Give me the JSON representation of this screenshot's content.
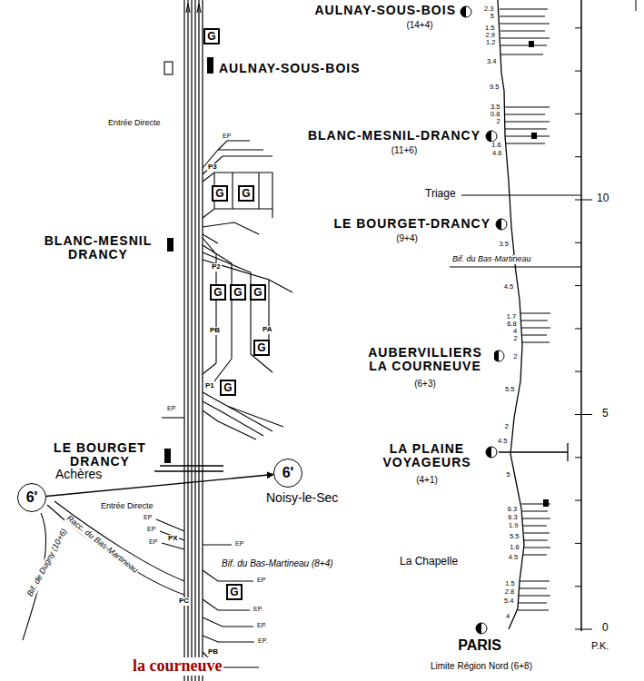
{
  "diagram": {
    "nodes": [
      {
        "text": [
          "G"
        ]
      },
      {
        "text": [
          "G"
        ]
      },
      {
        "text": [
          "G"
        ]
      },
      {
        "text": [
          "G"
        ]
      },
      {
        "text": [
          "G"
        ]
      },
      {
        "text": [
          "G"
        ]
      },
      {
        "text": [
          "G"
        ]
      },
      {
        "text": [
          "G"
        ]
      },
      {
        "text": [
          "6'"
        ]
      },
      {
        "text": [
          "6'"
        ]
      },
      {
        "text": [
          "G"
        ]
      }
    ],
    "edges": [
      {
        "from": 8,
        "to": 9,
        "arrow": "to"
      }
    ],
    "labels": [
      "AULNAY-SOUS-BOIS",
      "Entrée Directe",
      "EP",
      "P3",
      "BLANC-MESNIL DRANCY",
      "P2",
      "PB",
      "PA",
      "P1",
      "EP.",
      "LE BOURGET DRANCY",
      "Achères",
      "Noisy-le-Sec",
      "Entrée Directe",
      "EP",
      "EP",
      "EP",
      "PX",
      "EP",
      "Bif. du Bas-Martineau (8+4)",
      "Bif. de Dugny (10+6)",
      "Racc. du Bas-Martineau",
      "PC",
      "EP",
      "EP.",
      "EP.",
      "EP.",
      "PB",
      "la courneuve",
      "AULNAY-SOUS-BOIS",
      "(14+4)",
      "BLANC-MESNIL-DRANCY",
      "(11+6)",
      "Triage",
      "LE BOURGET-DRANCY",
      "(9+4)",
      "Bif. du Bas-Martineau",
      "AUBERVILLIERS LA COURNEUVE",
      "(6+3)",
      "LA PLAINE VOYAGEURS",
      "(4+1)",
      "La Chapelle",
      "PARIS",
      "Limite Région Nord (6+8)",
      "P.K.",
      "10",
      "5",
      "0",
      "2.3",
      "5",
      "1.5",
      "2.9",
      "1.2",
      "3.4",
      "9.5",
      "3.5",
      "0.8",
      "2",
      "1.6",
      "4.6",
      "3.5",
      "4.5",
      "1.7",
      "6.8",
      "4",
      "2",
      "2",
      "5.5",
      "2",
      "4.5",
      "5",
      "6.3",
      "6.3",
      "1.9",
      "5.5",
      "1.6",
      "4.5",
      "1.5",
      "2.8",
      "5.4",
      "4"
    ]
  }
}
